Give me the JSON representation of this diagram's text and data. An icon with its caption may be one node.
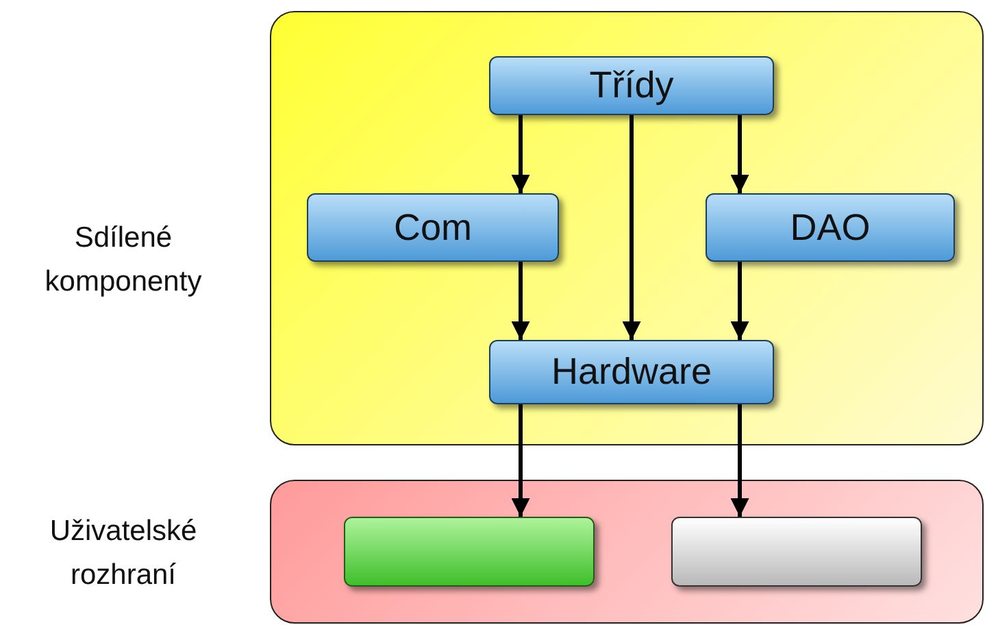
{
  "diagram": {
    "nodes": [
      {
        "text": [
          "Sdílené komponenty"
        ]
      },
      {
        "text": [
          "Třídy"
        ],
        "in": 0
      },
      {
        "text": [
          "Com"
        ],
        "in": 0
      },
      {
        "text": [
          "DAO"
        ],
        "in": 0
      },
      {
        "text": [
          "Hardware"
        ],
        "in": 0
      },
      {
        "text": [
          "Uživatelské rozhraní"
        ]
      },
      {
        "text": [],
        "shape": "box",
        "in": 5
      },
      {
        "text": [],
        "shape": "box",
        "in": 5
      }
    ],
    "edges": [
      {
        "from": 1,
        "to": 2,
        "arrow": "to"
      },
      {
        "from": 1,
        "to": 4,
        "arrow": "to"
      },
      {
        "from": 1,
        "to": 3,
        "arrow": "to"
      },
      {
        "from": 2,
        "to": 4,
        "arrow": "to"
      },
      {
        "from": 3,
        "to": 4,
        "arrow": "to"
      },
      {
        "from": 4,
        "to": 6,
        "arrow": "to"
      },
      {
        "from": 4,
        "to": 7,
        "arrow": "to"
      }
    ]
  }
}
